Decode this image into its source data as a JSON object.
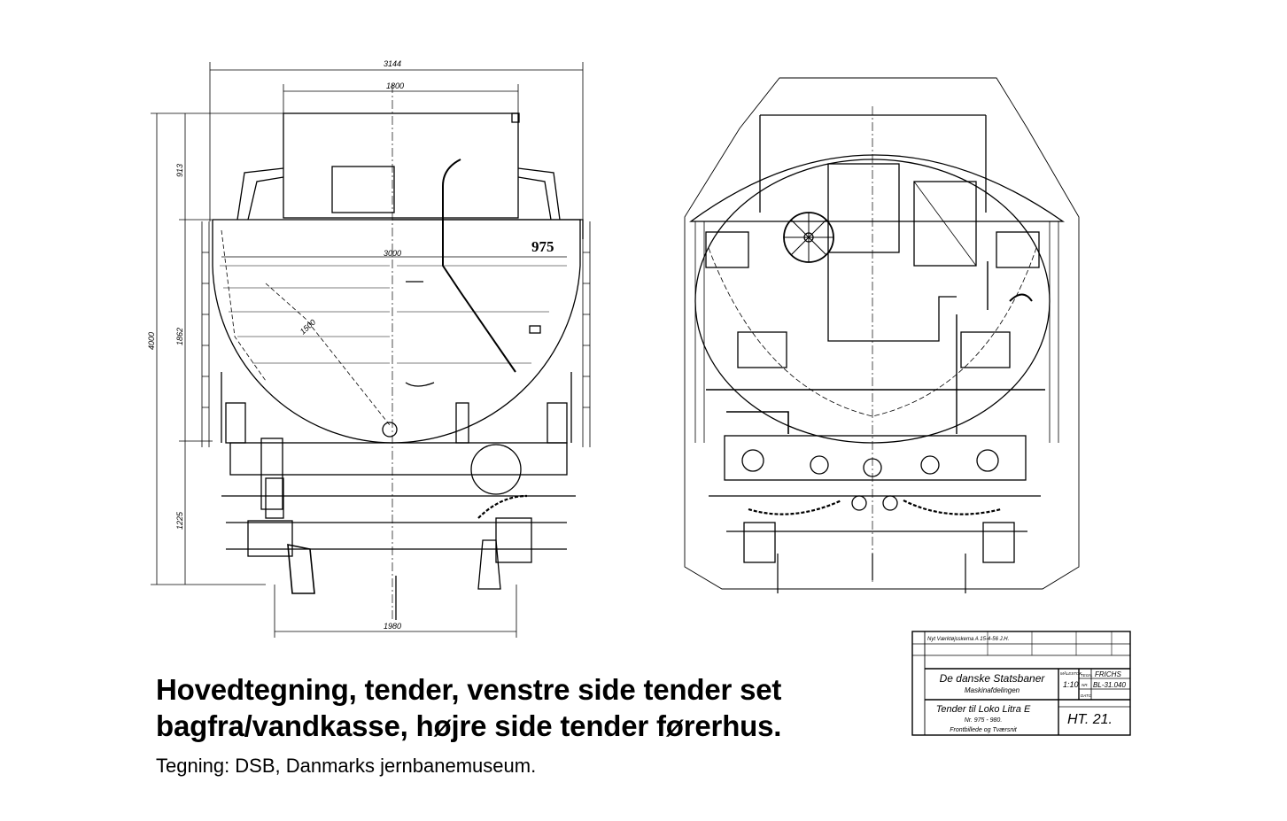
{
  "drawing": {
    "left_view": {
      "dim_width_overall": "3144",
      "dim_top": "1800",
      "dim_mid": "3000",
      "dim_bottom": "1980",
      "dim_height_total": "4000",
      "dim_h_upper": "913",
      "dim_h_middle": "1862",
      "dim_h_lower": "1225",
      "dim_diag": "1500",
      "engine_number": "975"
    },
    "title_block": {
      "revision": "Nyt Værktøjsskema A 15-4-56 J.H.",
      "company": "De danske Statsbaner",
      "department": "Maskinafdelingen",
      "scale_label": "MÅLESTOK",
      "scale": "1:10",
      "drawn_label": "TEGN.",
      "drawn_by": "FRICHS",
      "number_label": "NR.",
      "drawing_no": "BL-31.040",
      "date_label": "DATO",
      "subject": "Tender til Loko Litra E",
      "range": "Nr. 975 - 980.",
      "views": "Frontbillede og Tværsnit",
      "sheet": "HT. 21."
    }
  },
  "caption": {
    "title": "Hovedtegning, tender, venstre side tender set bagfra/vandkasse, højre side tender førerhus.",
    "credit": "Tegning: DSB, Danmarks jernbanemuseum."
  }
}
